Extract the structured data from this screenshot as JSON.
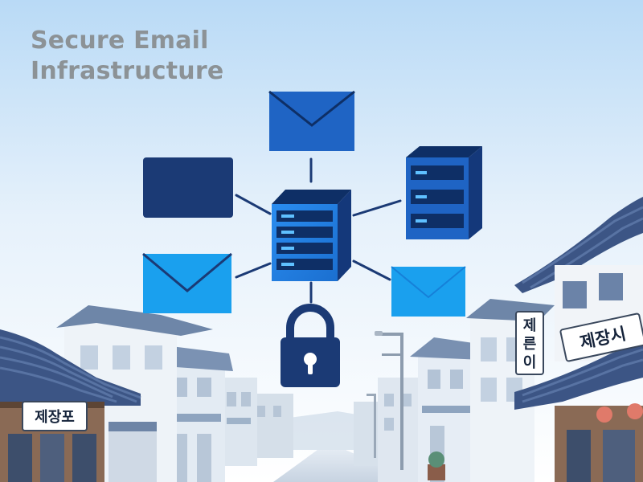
{
  "title": {
    "line1": "Secure Email",
    "line2": "Infrastructure"
  },
  "signs": {
    "left": "제장포",
    "right_vertical": [
      "제",
      "른",
      "이"
    ],
    "right_horizontal": "제장시"
  },
  "icons": [
    "envelope-icon-top",
    "envelope-icon-left-closed",
    "envelope-icon-left-open",
    "envelope-icon-right",
    "central-server-icon",
    "secondary-server-icon",
    "padlock-icon"
  ],
  "colors": {
    "navy": "#1b3a75",
    "blue": "#1f64c4",
    "light_blue": "#1aa0ee",
    "sky_top": "#bcdcf7",
    "title": "#8c9296"
  }
}
